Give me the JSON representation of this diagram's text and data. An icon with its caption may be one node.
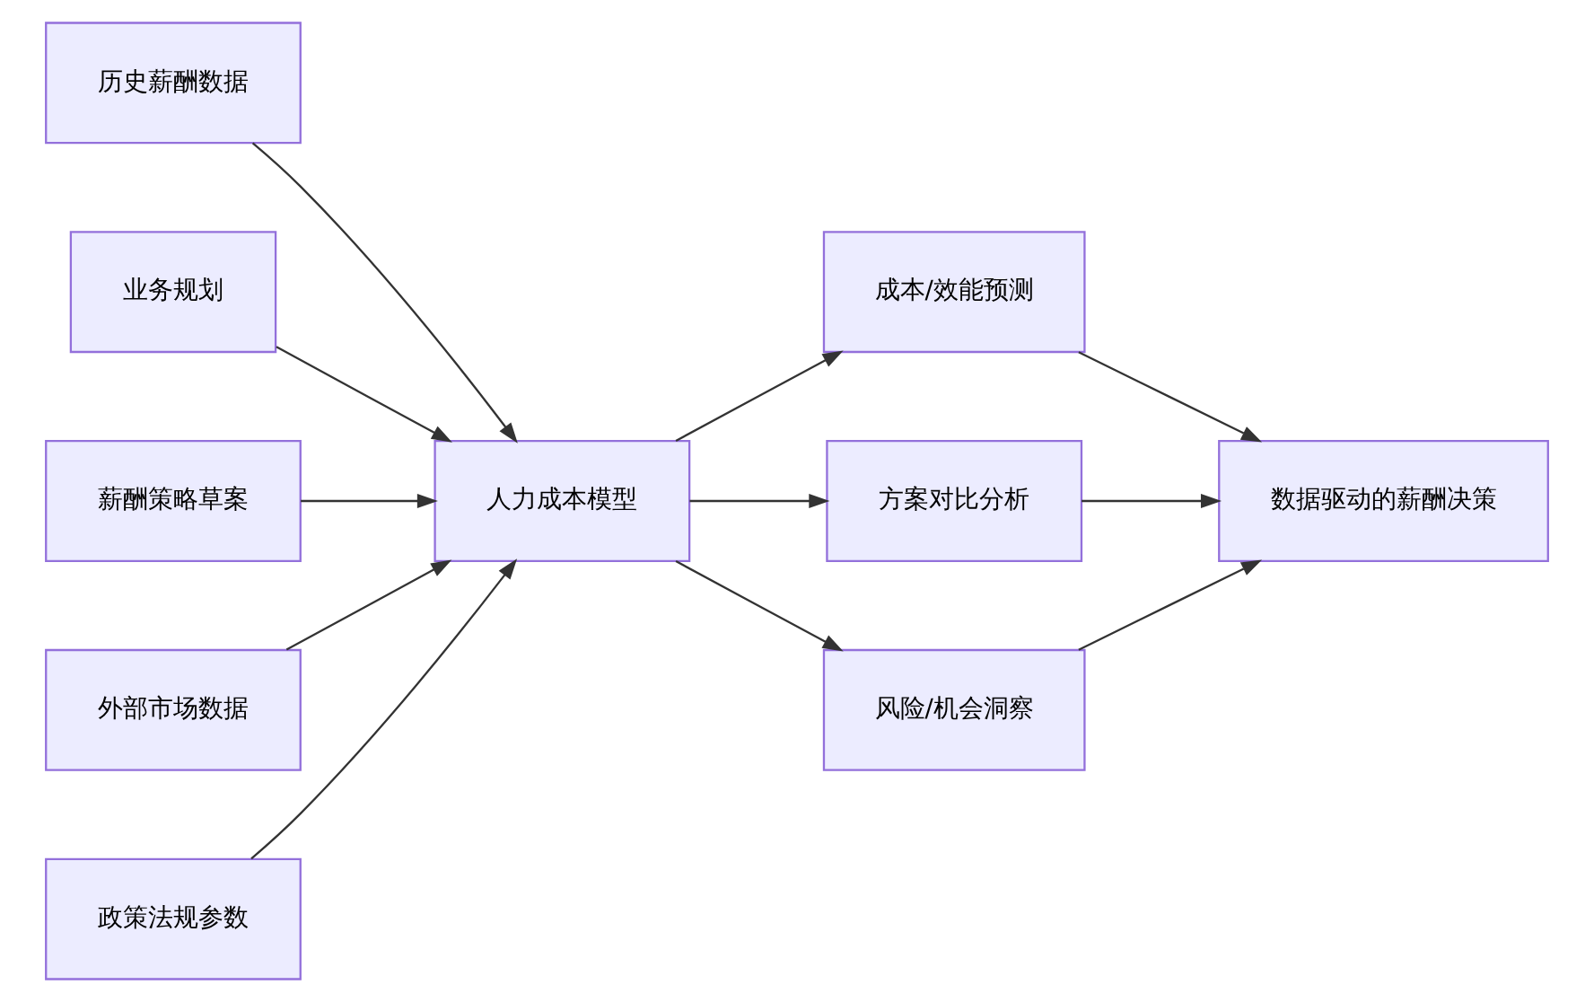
{
  "diagram": {
    "nodes": [
      {
        "text": [
          "历史薪酬数据"
        ]
      },
      {
        "text": [
          "业务规划"
        ]
      },
      {
        "text": [
          "薪酬策略草案"
        ]
      },
      {
        "text": [
          "外部市场数据"
        ]
      },
      {
        "text": [
          "政策法规参数"
        ]
      },
      {
        "text": [
          "人力成本模型"
        ]
      },
      {
        "text": [
          "成本/效能预测"
        ]
      },
      {
        "text": [
          "方案对比分析"
        ]
      },
      {
        "text": [
          "风险/机会洞察"
        ]
      },
      {
        "text": [
          "数据驱动的薪酬决策"
        ]
      }
    ],
    "edges": [
      {
        "from": 0,
        "to": 5,
        "arrow": "to"
      },
      {
        "from": 1,
        "to": 5,
        "arrow": "to"
      },
      {
        "from": 2,
        "to": 5,
        "arrow": "to"
      },
      {
        "from": 3,
        "to": 5,
        "arrow": "to"
      },
      {
        "from": 4,
        "to": 5,
        "arrow": "to"
      },
      {
        "from": 5,
        "to": 6,
        "arrow": "to"
      },
      {
        "from": 5,
        "to": 7,
        "arrow": "to"
      },
      {
        "from": 5,
        "to": 8,
        "arrow": "to"
      },
      {
        "from": 6,
        "to": 9,
        "arrow": "to"
      },
      {
        "from": 7,
        "to": 9,
        "arrow": "to"
      },
      {
        "from": 8,
        "to": 9,
        "arrow": "to"
      }
    ]
  }
}
